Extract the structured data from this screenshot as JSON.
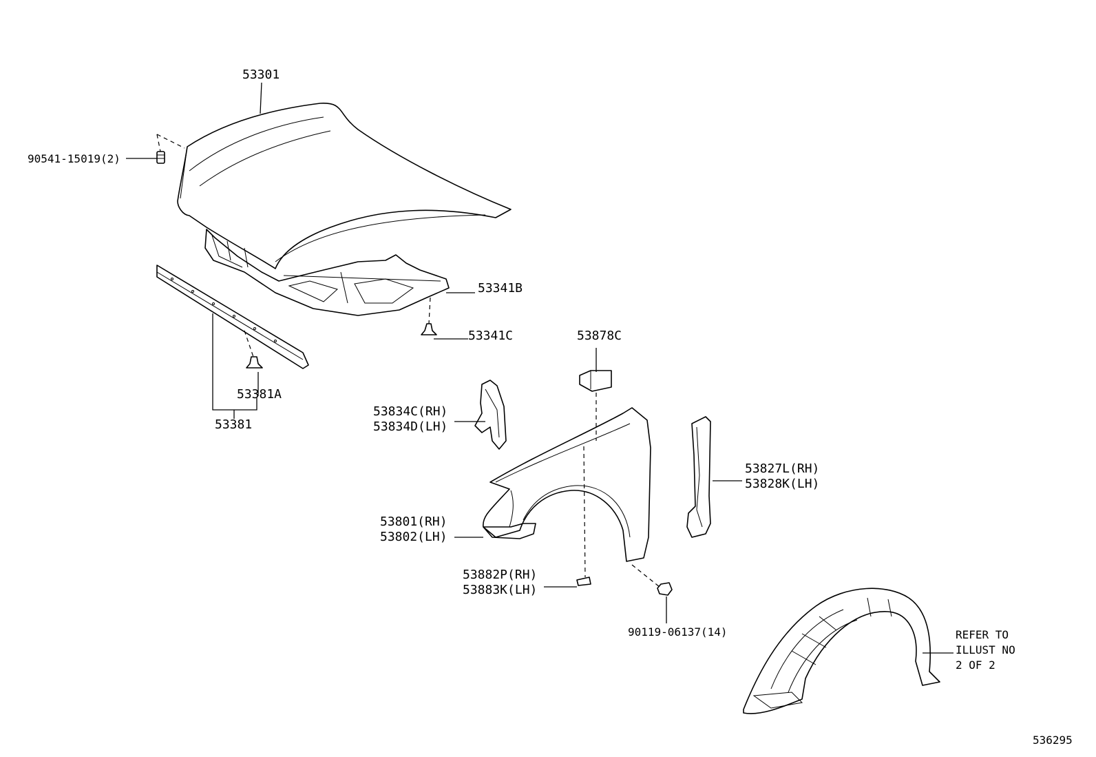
{
  "labels": {
    "hood": "53301",
    "hood_cushion": "90541-15019(2)",
    "hood_insulator": "53341B",
    "insulator_clip": "53341C",
    "hood_seal_clip": "53381A",
    "hood_seal": "53381",
    "fender_cushion": "53878C",
    "fender_bracket_rh": "53834C(RH)",
    "fender_bracket_lh": "53834D(LH)",
    "fender_rh": "53801(RH)",
    "fender_lh": "53802(LH)",
    "fender_seal_rh": "53827L(RH)",
    "fender_seal_lh": "53828K(LH)",
    "fender_plate_rh": "53882P(RH)",
    "fender_plate_lh": "53883K(LH)",
    "bolt": "90119-06137(14)",
    "refer_line1": "REFER TO",
    "refer_line2": "ILLUST NO",
    "refer_line3": "2 OF 2",
    "illustration_number": "536295"
  }
}
